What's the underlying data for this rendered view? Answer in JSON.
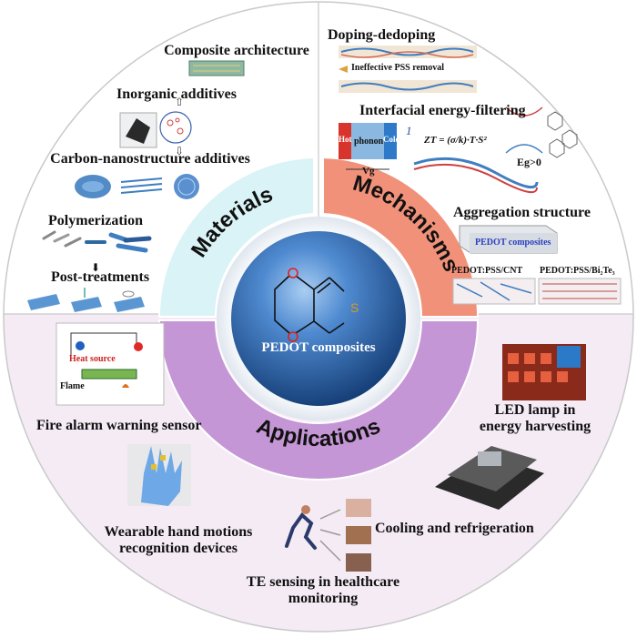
{
  "center": {
    "title": "PEDOT composites",
    "atom_s": "S"
  },
  "ring": {
    "materials": "Materials",
    "mechanisms": "Mechanisms",
    "applications": "Applications"
  },
  "materials": {
    "composite_architecture": "Composite architecture",
    "inorganic_additives": "Inorganic additives",
    "carbon_nanostructure_additives": "Carbon-nanostructure additives",
    "polymerization": "Polymerization",
    "post_treatments": "Post-treatments"
  },
  "mechanisms": {
    "doping_dedoping": "Doping-dedoping",
    "ineffective_pss_removal": "Ineffective PSS removal",
    "interfacial_energy_filtering": "Interfacial energy-filtering",
    "hot": "Hot",
    "cold": "Cold",
    "phonon": "phonon",
    "vg": "Vg",
    "zt_formula": "ZT = (σ/k)·T·S²",
    "eg": "Eg>0",
    "aggregation_structure": "Aggregation structure",
    "pedot_composites_box": "PEDOT composites",
    "pedot_pss_cnt": "PEDOT:PSS/CNT",
    "pedot_pss_bi2te3": "PEDOT:PSS/Bi₂Te₃"
  },
  "applications": {
    "heat_source": "Heat source",
    "flame": "Flame",
    "fire_alarm": "Fire alarm warning sensor",
    "led_lamp": "LED lamp in energy harvesting",
    "wearable": "Wearable hand motions recognition devices",
    "cooling": "Cooling and refrigeration",
    "te_sensing": "TE sensing in healthcare monitoring"
  },
  "colors": {
    "materials_segment": "#d9f3f6",
    "mechanisms_segment": "#f2917a",
    "applications_segment": "#c596d6",
    "center_sphere": "#2e64a8",
    "lower_background": "#f5ebf5",
    "oxygen_atom": "#e02020",
    "sulfur_atom": "#d99a20"
  }
}
